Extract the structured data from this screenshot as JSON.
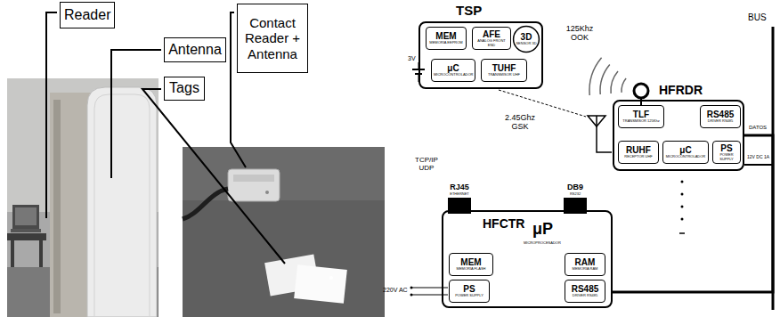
{
  "diagram": {
    "nodes": [
      {
        "text": [
          "Reader"
        ]
      },
      {
        "text": [
          "Antenna"
        ]
      },
      {
        "text": [
          "Tags"
        ]
      },
      {
        "text": [
          "Contact Reader + Antenna"
        ]
      },
      {
        "text": [
          "TSP"
        ]
      },
      {
        "text": [
          "MEM",
          "MEMORIA EEPROM"
        ],
        "in": 4
      },
      {
        "text": [
          "AFE",
          "ANALOG FRONT END"
        ],
        "in": 4
      },
      {
        "text": [
          "3D",
          "SENSOR 3D"
        ],
        "in": 4
      },
      {
        "text": [
          "μC",
          "MICROCONTROLADOR"
        ],
        "in": 4
      },
      {
        "text": [
          "TUHF",
          "TRANSMISOR UHF"
        ],
        "in": 4
      },
      {
        "text": [
          "HFRDR"
        ]
      },
      {
        "text": [
          "TLF",
          "TRANSMISOR 125Khz"
        ],
        "in": 10
      },
      {
        "text": [
          "RS485",
          "DRIVER RS485"
        ],
        "in": 10
      },
      {
        "text": [
          "RUHF",
          "RECEPTOR UHF"
        ],
        "in": 10
      },
      {
        "text": [
          "μC",
          "MICROCONTROLADOR"
        ],
        "in": 10
      },
      {
        "text": [
          "PS",
          "POWER SUPPLY"
        ],
        "in": 10
      },
      {
        "text": [
          "HFCTR"
        ]
      },
      {
        "text": [
          "RJ45",
          "ETHERNET"
        ]
      },
      {
        "text": [
          "DB9",
          "RS232"
        ]
      },
      {
        "text": [
          "MEM",
          "MEMORIA FLASH"
        ],
        "in": 16
      },
      {
        "text": [
          "RAM",
          "MEMORIA RAM"
        ],
        "in": 16
      },
      {
        "text": [
          "PS",
          "POWER SUPPLY"
        ],
        "in": 16
      },
      {
        "text": [
          "RS485",
          "DRIVER RS485"
        ],
        "in": 16
      }
    ],
    "edges": [
      {
        "from": 10,
        "to": 16,
        "arrow": "none"
      }
    ],
    "labels": [
      "3V",
      "125Khz OOK",
      "2.45Ghz GSK",
      "TCP/IP UDP",
      "BUS",
      "DATOS",
      "12V DC 1A",
      "220V AC",
      "μP",
      "MICROPROCESADOR"
    ]
  }
}
